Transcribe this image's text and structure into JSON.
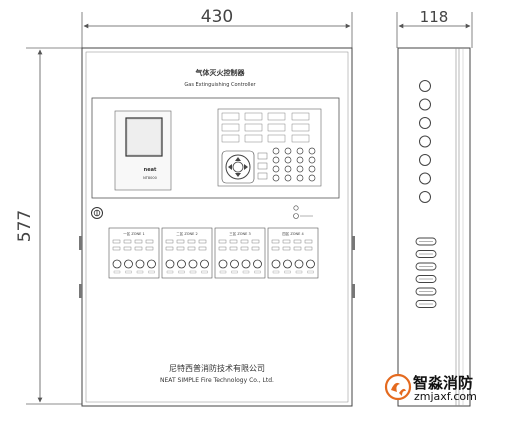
{
  "dimensions": {
    "front_width": "430",
    "side_depth": "118",
    "height": "577"
  },
  "panel": {
    "title_cn": "气体灭火控制器",
    "title_en": "Gas Extinguishing Controller",
    "brand_logo": "neat",
    "model": "NT8000",
    "zones": [
      "一区 ZONE 1",
      "二区 ZONE 2",
      "三区 ZONE 3",
      "四区 ZONE 4"
    ]
  },
  "footer": {
    "company_cn": "尼特西普消防技术有限公司",
    "company_en": "NEAT SIMPLE Fire Technology Co., Ltd."
  },
  "watermark": {
    "name_cn": "智淼消防",
    "url": "zmjaxf.com"
  }
}
